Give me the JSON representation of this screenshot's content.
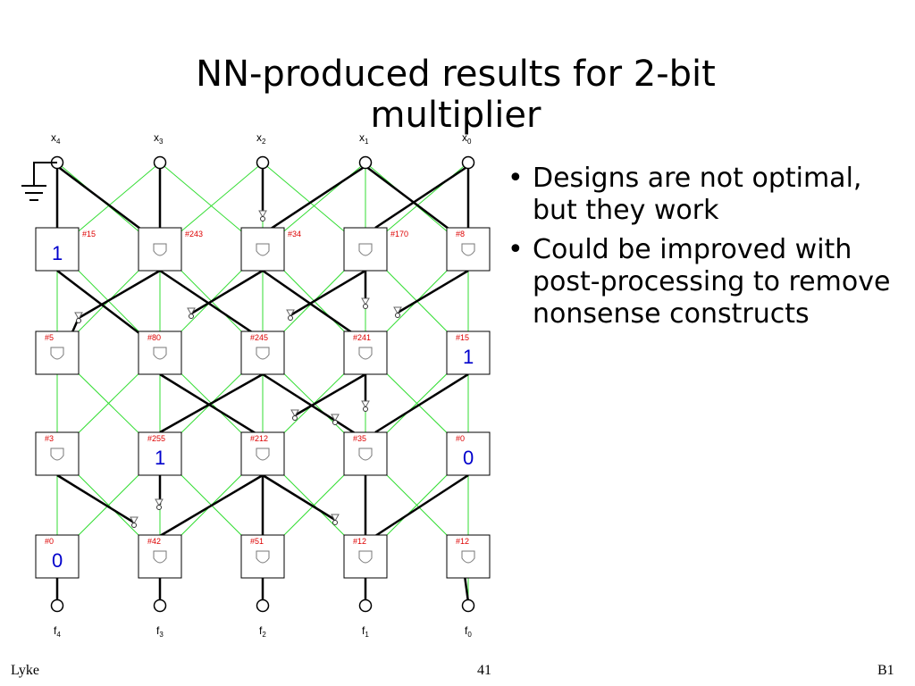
{
  "title": "NN-produced results for 2-bit multiplier",
  "bullets": [
    "Designs are not optimal, but they work",
    "Could be improved with post-processing to remove nonsense constructs"
  ],
  "diagram": {
    "inputs": [
      {
        "base": "x",
        "sub": "4"
      },
      {
        "base": "x",
        "sub": "3"
      },
      {
        "base": "x",
        "sub": "2"
      },
      {
        "base": "x",
        "sub": "1"
      },
      {
        "base": "x",
        "sub": "0"
      }
    ],
    "outputs": [
      {
        "base": "f",
        "sub": "4"
      },
      {
        "base": "f",
        "sub": "3"
      },
      {
        "base": "f",
        "sub": "2"
      },
      {
        "base": "f",
        "sub": "1"
      },
      {
        "base": "f",
        "sub": "0"
      }
    ],
    "cells": [
      {
        "row": 0,
        "col": 0,
        "id": "#15",
        "value": "1"
      },
      {
        "row": 0,
        "col": 1,
        "id": "#243",
        "value": ""
      },
      {
        "row": 0,
        "col": 2,
        "id": "#34",
        "value": ""
      },
      {
        "row": 0,
        "col": 3,
        "id": "#170",
        "value": ""
      },
      {
        "row": 0,
        "col": 4,
        "id": "#8",
        "value": ""
      },
      {
        "row": 1,
        "col": 0,
        "id": "#5",
        "value": ""
      },
      {
        "row": 1,
        "col": 1,
        "id": "#80",
        "value": ""
      },
      {
        "row": 1,
        "col": 2,
        "id": "#245",
        "value": ""
      },
      {
        "row": 1,
        "col": 3,
        "id": "#241",
        "value": ""
      },
      {
        "row": 1,
        "col": 4,
        "id": "#15",
        "value": "1"
      },
      {
        "row": 2,
        "col": 0,
        "id": "#3",
        "value": ""
      },
      {
        "row": 2,
        "col": 1,
        "id": "#255",
        "value": "1"
      },
      {
        "row": 2,
        "col": 2,
        "id": "#212",
        "value": ""
      },
      {
        "row": 2,
        "col": 3,
        "id": "#35",
        "value": ""
      },
      {
        "row": 2,
        "col": 4,
        "id": "#0",
        "value": "0"
      },
      {
        "row": 3,
        "col": 0,
        "id": "#0",
        "value": "0"
      },
      {
        "row": 3,
        "col": 1,
        "id": "#42",
        "value": ""
      },
      {
        "row": 3,
        "col": 2,
        "id": "#51",
        "value": ""
      },
      {
        "row": 3,
        "col": 3,
        "id": "#12",
        "value": ""
      },
      {
        "row": 3,
        "col": 4,
        "id": "#12",
        "value": ""
      }
    ],
    "colors": {
      "grid": "#33dd33",
      "idLabel": "#dd0000",
      "value": "#0000cc",
      "wire": "#000000"
    }
  },
  "footer": {
    "left": "Lyke",
    "center": "41",
    "right": "B1"
  }
}
